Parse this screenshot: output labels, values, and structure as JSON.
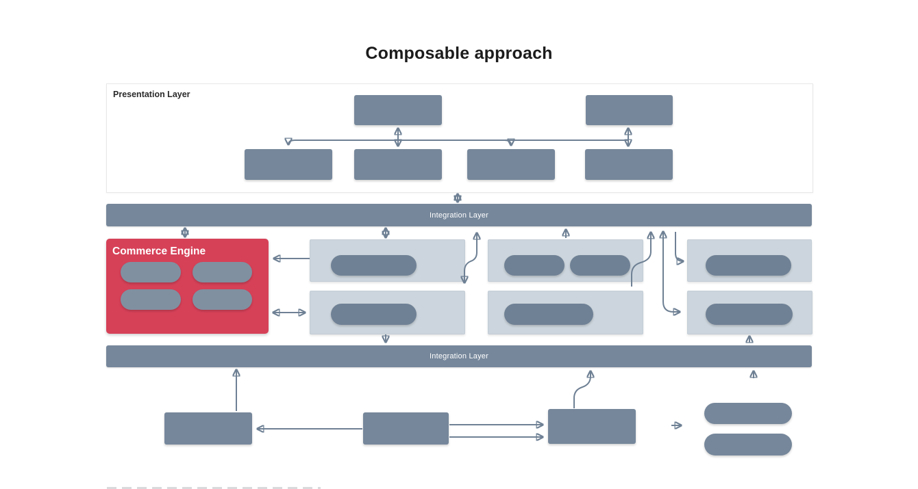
{
  "title": "Composable approach",
  "presentation_layer": {
    "label": "Presentation Layer"
  },
  "integration_layer_top": {
    "label": "Integration Layer"
  },
  "integration_layer_bottom": {
    "label": "Integration Layer"
  },
  "commerce_engine": {
    "label": "Commerce Engine"
  },
  "colors": {
    "accent_red": "#D64158",
    "box_gray": "#76879B",
    "pill_gray": "#6F8195",
    "light_box": "#CCD5DD",
    "arrow": "#6E8094",
    "title_text": "#1C1C1C"
  }
}
